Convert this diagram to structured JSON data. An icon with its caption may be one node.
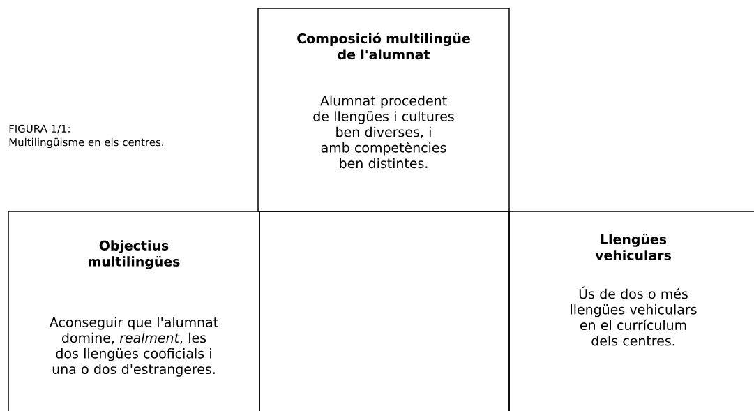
{
  "diagram": {
    "labels": [
      "FIGURA 1/1:",
      "Multilingüisme en els centres."
    ],
    "nodes": [
      {
        "text": [
          "Composició multilingüe de l'alumnat",
          "Alumnat procedent de llengües i cultures ben diverses, i amb competències ben distintes."
        ]
      },
      {
        "text": [
          "Objectius multilingües",
          "Aconseguir que l'alumnat domine, *realment*, les dos llengües cooficials i una o dos d'estrangeres."
        ]
      },
      {
        "text": [],
        "shape": "box"
      },
      {
        "text": [
          "Llengües vehiculars",
          "Ús de dos o més llengües vehiculars en el currículum dels centres."
        ]
      }
    ]
  }
}
